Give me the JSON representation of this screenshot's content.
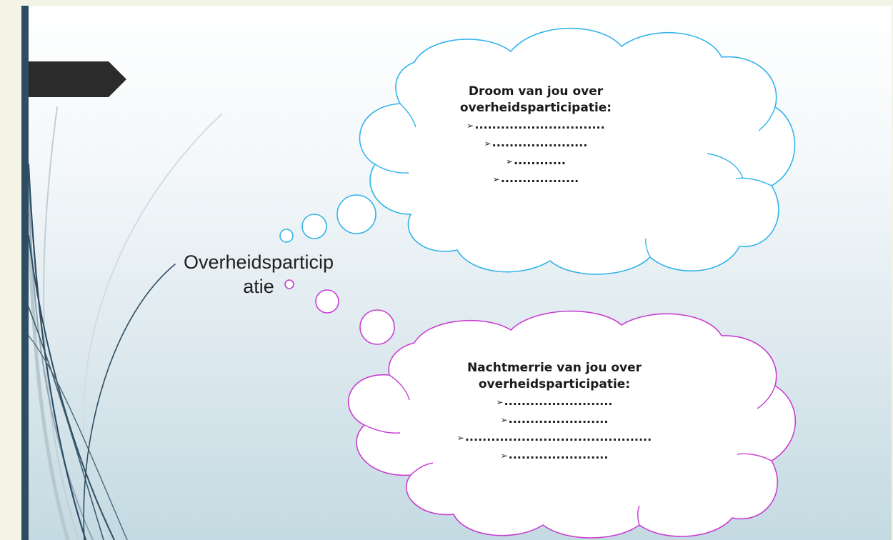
{
  "slide": {
    "title": "Overheidsparticipatie",
    "title_lines": [
      "Overheidsparticip",
      "atie"
    ]
  },
  "dream_cloud": {
    "heading": [
      "Droom van jou over",
      "overheidsparticipatie:"
    ],
    "bullet_icon": "arrowhead-bullet-icon",
    "bullets": [
      "..............................",
      "......................",
      "............",
      ".................."
    ],
    "outline_color": "#33b4ea"
  },
  "nightmare_cloud": {
    "heading": [
      "Nachtmerrie van jou over",
      "overheidsparticipatie:"
    ],
    "bullet_icon": "arrowhead-bullet-icon",
    "bullets": [
      ".........................",
      ".......................",
      "...........................................",
      "......................."
    ],
    "outline_color": "#c83ed1"
  },
  "theme": {
    "bar_color": "#2e4d63",
    "header_arrow_color": "#2b2b2b"
  }
}
